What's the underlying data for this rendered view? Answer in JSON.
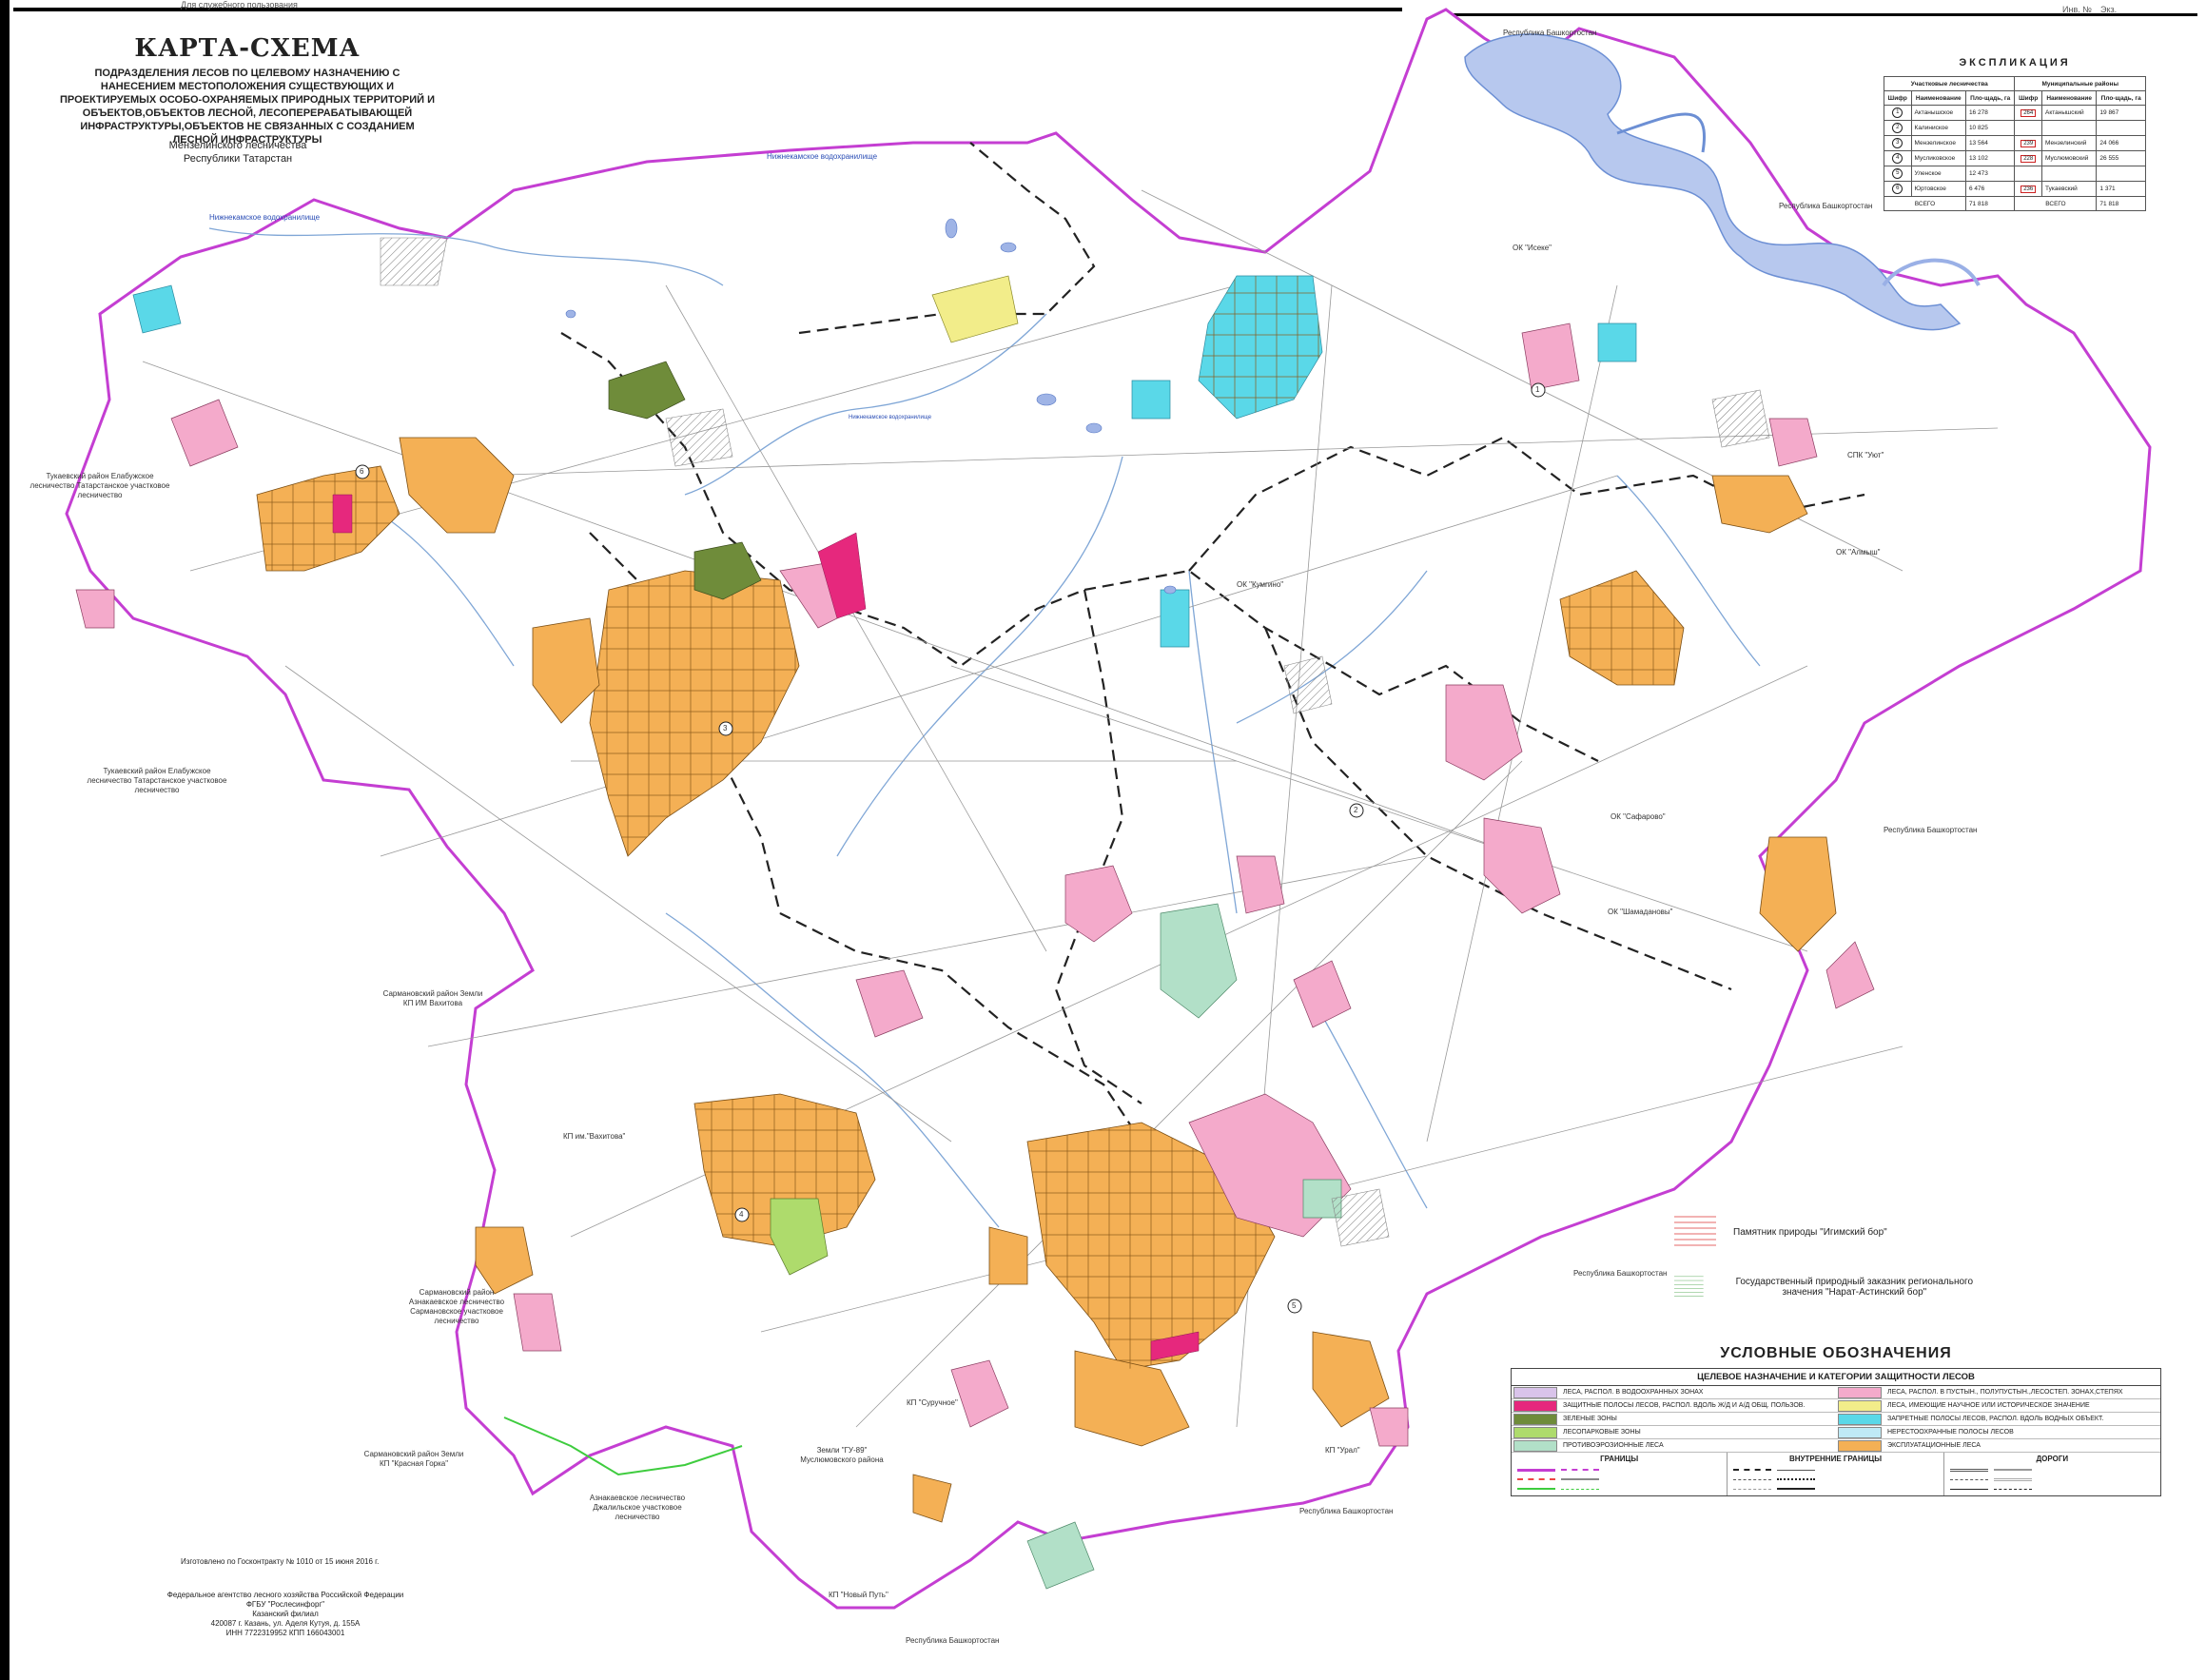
{
  "meta": {
    "service_note": "Для служебного пользования",
    "title": "КАРТА-СХЕМА",
    "subtitle": "ПОДРАЗДЕЛЕНИЯ ЛЕСОВ ПО ЦЕЛЕВОМУ НАЗНАЧЕНИЮ С НАНЕСЕНИЕМ МЕСТОПОЛОЖЕНИЯ СУЩЕСТВУЮЩИХ И ПРОЕКТИРУЕМЫХ ОСОБО-ОХРАНЯЕМЫХ ПРИРОДНЫХ ТЕРРИТОРИЙ И ОБЪЕКТОВ,ОБЪЕКТОВ ЛЕСНОЙ, ЛЕСОПЕРЕРАБАТЫВАЮЩЕЙ ИНФРАСТРУКТУРЫ,ОБЪЕКТОВ НЕ СВЯЗАННЫХ С СОЗДАНИЕМ ЛЕСНОЙ ИНФРАСТРУКТУРЫ",
    "forestry": "Мензелинского лесничества",
    "region": "Республики Татарстан",
    "inventory": "Инв. №",
    "copy": "Экз."
  },
  "expl": {
    "title": "ЭКСПЛИКАЦИЯ",
    "group1": "Участковые лесничества",
    "group2": "Муниципальные районы",
    "cols": [
      "Шифр",
      "Наименование",
      "Пло-щадь, га",
      "Шифр",
      "Наименование",
      "Пло-щадь, га"
    ],
    "rows": [
      {
        "c1": "1",
        "n1": "Актанышское",
        "a1": "16 278",
        "c2": "264",
        "n2": "Актанышский",
        "a2": "19 867"
      },
      {
        "c1": "2",
        "n1": "Калиниское",
        "a1": "10 825",
        "c2": "",
        "n2": "",
        "a2": ""
      },
      {
        "c1": "3",
        "n1": "Мензелинское",
        "a1": "13 564",
        "c2": "239",
        "n2": "Мензелинский",
        "a2": "24 066"
      },
      {
        "c1": "4",
        "n1": "Мусликовское",
        "a1": "13 102",
        "c2": "228",
        "n2": "Муслюмовский",
        "a2": "26 555"
      },
      {
        "c1": "5",
        "n1": "Уленское",
        "a1": "12 473",
        "c2": "",
        "n2": "",
        "a2": ""
      },
      {
        "c1": "6",
        "n1": "Юртовское",
        "a1": "6 476",
        "c2": "236",
        "n2": "Тукаевский",
        "a2": "1 371"
      }
    ],
    "total_label": "ВСЕГО",
    "total1": "71 818",
    "total2": "71 818"
  },
  "water": {
    "nizhnekamsk1": "Нижнекамское водохранилище",
    "nizhnekamsk2": "Нижнекамское водохранилище",
    "nizhnekamsk3": "Нижнекамское водохранилище"
  },
  "places": {
    "bashk_top": "Республика Башкортостан",
    "bashk_right1": "Республика Башкортостан",
    "bashk_right2": "Республика Башкортостан",
    "bashk_bottom1": "Республика Башкортостан",
    "bashk_bottom2": "Республика Башкортостан",
    "bashk_bottom3": "Республика Башкортостан",
    "tukaev1": "Тукаевский район Елабужское лесничество Татарстанское участковое лесничество",
    "tukaev2": "Тукаевский район Елабужское лесничество Татарстанское участковое лесничество",
    "sarmanovo1": "Сармановский район Земли КП ИМ Вахитова",
    "sarmanovo2": "Сармановский район Азнакаевское лесничество Сармановское участковое лесничество",
    "sarmanovo3": "Сармановский район Земли КП \"Красная Горка\"",
    "aznakaevo": "Азнакаевское лесничество Джалильское участковое лесничество",
    "muslumovo": "Земли \"ГУ-89\" Муслюмовского района",
    "kp_vakhitov": "КП им.\"Вахитова\"",
    "kp_surgut": "КП \"Суручное\"",
    "kp_novy_put": "КП \"Новый Путь\"",
    "sk_iske": "ОК \"Исеке\"",
    "sk_kumgino": "ОК \"Кумгино\"",
    "sk_safar": "ОК \"Сафарово\"",
    "sk_shamadanovo": "ОК \"Шамадановы\"",
    "sk_almush": "ОК \"Алмыш\"",
    "sk_ut": "СПК \"Уют\"",
    "kp_ural": "КП \"Урал\""
  },
  "circles": [
    "1",
    "2",
    "3",
    "4",
    "5",
    "6"
  ],
  "nature": {
    "item1": "Памятник природы \"Игимский бор\"",
    "item2": "Государственный природный заказник регионального значения \"Нарат-Астинский бор\""
  },
  "legend": {
    "title": "УСЛОВНЫЕ ОБОЗНАЧЕНИЯ",
    "head": "ЦЕЛЕВОЕ НАЗНАЧЕНИЕ И КАТЕГОРИИ ЗАЩИТНОСТИ ЛЕСОВ",
    "items": [
      {
        "label": "ЛЕСА, РАСПОЛ. В ВОДООХРАННЫХ ЗОНАХ",
        "color": "#d9c3ea"
      },
      {
        "label": "ЛЕСА, РАСПОЛ. В ПУСТЫН., ПОЛУПУСТЫН.,ЛЕСОСТЕП. ЗОНАХ,СТЕПЯХ",
        "color": "#f4aacb"
      },
      {
        "label": "ЗАЩИТНЫЕ ПОЛОСЫ ЛЕСОВ, РАСПОЛ. ВДОЛЬ Ж/Д И А/Д ОБЩ. ПОЛЬЗОВ.",
        "color": "#e6287d"
      },
      {
        "label": "ЛЕСА, ИМЕЮЩИЕ НАУЧНОЕ ИЛИ ИСТОРИЧЕСКОЕ ЗНАЧЕНИЕ",
        "color": "#f2ed8a"
      },
      {
        "label": "ЗЕЛЕНЫЕ ЗОНЫ",
        "color": "#6f8c3a"
      },
      {
        "label": "ЗАПРЕТНЫЕ ПОЛОСЫ ЛЕСОВ, РАСПОЛ. ВДОЛЬ ВОДНЫХ ОБЪЕКТ.",
        "color": "#5ad8e8"
      },
      {
        "label": "ЛЕСОПАРКОВЫЕ ЗОНЫ",
        "color": "#aedb6c"
      },
      {
        "label": "НЕРЕСТООХРАННЫЕ ПОЛОСЫ ЛЕСОВ",
        "color": "#bfeaf6"
      },
      {
        "label": "ПРОТИВОЭРОЗИОННЫЕ ЛЕСА",
        "color": "#b2e0c8"
      },
      {
        "label": "ЭКСПЛУАТАЦИОННЫЕ ЛЕСА",
        "color": "#f4b055"
      }
    ],
    "borders_title": "ГРАНИЦЫ",
    "inner_title": "ВНУТРЕННИЕ ГРАНИЦЫ",
    "roads_title": "ДОРОГИ"
  },
  "credits": {
    "contract": "Изготовлено по Госконтракту № 1010 от 15 июня 2016 г.",
    "l1": "Федеральное агентство лесного хозяйства Российской Федерации",
    "l2": "ФГБУ \"Рослесинфорг\"",
    "l3": "Казанский филиал",
    "l4": "420087 г. Казань, ул. Аделя Кутуя, д. 155А",
    "l5": "ИНН 7722319952        КПП 166043001"
  }
}
